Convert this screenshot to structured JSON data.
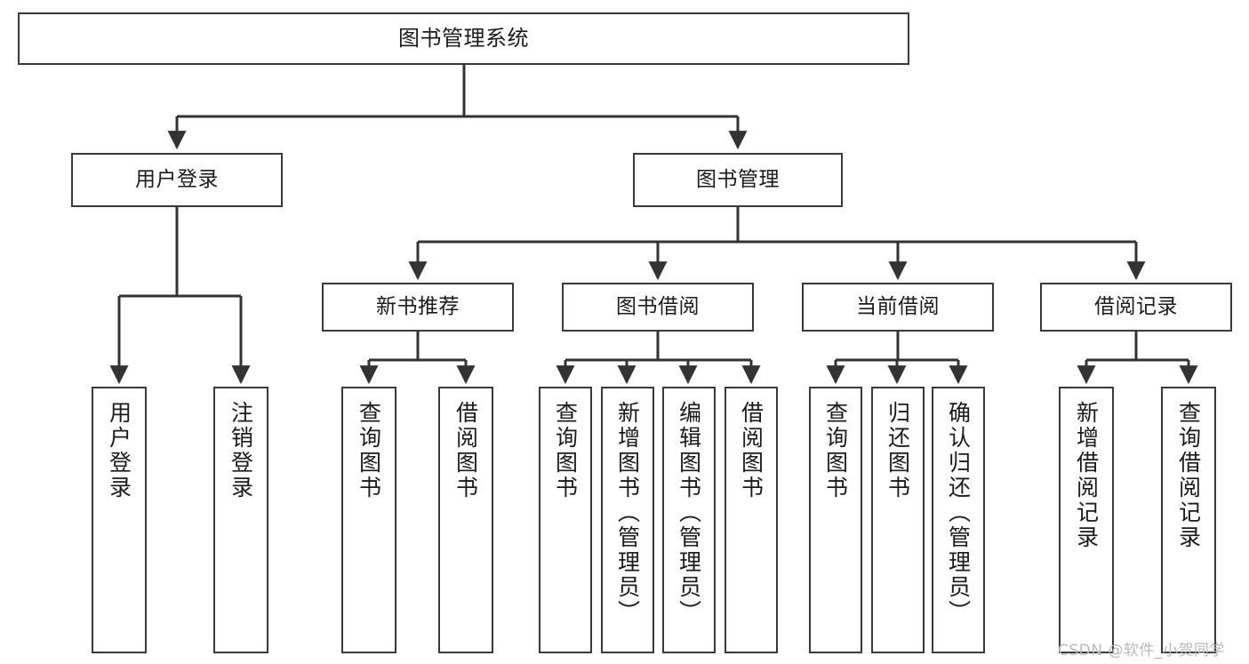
{
  "diagram": {
    "title": "图书管理系统",
    "type": "tree-hierarchy-diagram",
    "colors": {
      "box_border": "#3a3a3a",
      "box_fill": "#ffffff",
      "connector": "#333333",
      "text": "#1b1b1b",
      "watermark": "#b9b9b9",
      "background": "#ffffff"
    },
    "root": {
      "label": "图书管理系统",
      "orientation": "horizontal"
    },
    "level2": [
      {
        "label": "用户登录",
        "orientation": "horizontal"
      },
      {
        "label": "图书管理",
        "orientation": "horizontal"
      }
    ],
    "level3": [
      {
        "label": "新书推荐",
        "orientation": "horizontal",
        "parent": "图书管理"
      },
      {
        "label": "图书借阅",
        "orientation": "horizontal",
        "parent": "图书管理"
      },
      {
        "label": "当前借阅",
        "orientation": "horizontal",
        "parent": "图书管理"
      },
      {
        "label": "借阅记录",
        "orientation": "horizontal",
        "parent": "图书管理"
      }
    ],
    "leaves": {
      "用户登录": [
        {
          "label": "用户登录",
          "orientation": "vertical"
        },
        {
          "label": "注销登录",
          "orientation": "vertical"
        }
      ],
      "新书推荐": [
        {
          "label": "查询图书",
          "orientation": "vertical"
        },
        {
          "label": "借阅图书",
          "orientation": "vertical"
        }
      ],
      "图书借阅": [
        {
          "label": "查询图书",
          "orientation": "vertical"
        },
        {
          "label": "新增图书（管理员）",
          "orientation": "vertical"
        },
        {
          "label": "编辑图书（管理员）",
          "orientation": "vertical"
        },
        {
          "label": "借阅图书",
          "orientation": "vertical"
        }
      ],
      "当前借阅": [
        {
          "label": "查询图书",
          "orientation": "vertical"
        },
        {
          "label": "归还图书",
          "orientation": "vertical"
        },
        {
          "label": "确认归还（管理员）",
          "orientation": "vertical"
        }
      ],
      "借阅记录": [
        {
          "label": "新增借阅记录",
          "orientation": "vertical"
        },
        {
          "label": "查询借阅记录",
          "orientation": "vertical"
        }
      ]
    }
  },
  "watermark": {
    "text": "CSDN @软件_小贺同学"
  }
}
